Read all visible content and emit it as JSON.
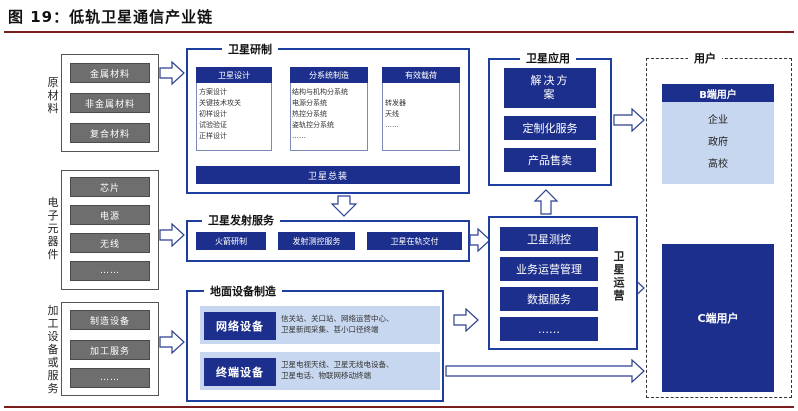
{
  "title": "图 19：低轨卫星通信产业链",
  "raw_materials": {
    "label": "原材料",
    "items": [
      "金属材料",
      "非金属材料",
      "复合材料"
    ]
  },
  "electronics": {
    "label": "电子元器件",
    "items": [
      "芯片",
      "电源",
      "无线",
      "……"
    ]
  },
  "processing": {
    "label": "加工设备或服务",
    "items": [
      "制造设备",
      "加工服务",
      "……"
    ]
  },
  "satellite_rd": {
    "title": "卫星研制",
    "design": {
      "header": "卫星设计",
      "lines": [
        "方案设计",
        "关键技术攻关",
        "初样设计",
        "试验验证",
        "正样设计"
      ]
    },
    "subsystem": {
      "header": "分系统制造",
      "lines": [
        "结构与机构分系统",
        "电源分系统",
        "热控分系统",
        "姿轨控分系统",
        "……"
      ]
    },
    "payload": {
      "header": "有效载荷",
      "lines": [
        "转发器",
        "天线",
        "……"
      ]
    },
    "assembly": "卫星总装"
  },
  "launch": {
    "title": "卫星发射服务",
    "steps": [
      "火箭研制",
      "发射测控服务",
      "卫星在轨交付"
    ]
  },
  "ground": {
    "title": "地面设备制造",
    "network": {
      "label": "网络设备",
      "desc": [
        "信关站、关口站、网络运营中心、",
        "卫星新闻采集、甚小口径终端"
      ]
    },
    "terminal": {
      "label": "终端设备",
      "desc": [
        "卫星电视天线、卫星无线电设备、",
        "卫星电话、物联网移动终端"
      ]
    }
  },
  "application": {
    "title": "卫星应用",
    "items": [
      "解决方案",
      "定制化服务",
      "产品售卖"
    ]
  },
  "operation": {
    "label": "卫星运营",
    "items": [
      "卫星测控",
      "业务运营管理",
      "数据服务",
      "……"
    ]
  },
  "users": {
    "title": "用户",
    "b_title": "B端用户",
    "b_items": [
      "企业",
      "政府",
      "高校"
    ],
    "c_title": "C端用户"
  },
  "colors": {
    "navy": "#1c2f8c",
    "light_blue": "#c7d7ef",
    "gray": "#6e6e6e",
    "rule": "#7a1e1e"
  }
}
